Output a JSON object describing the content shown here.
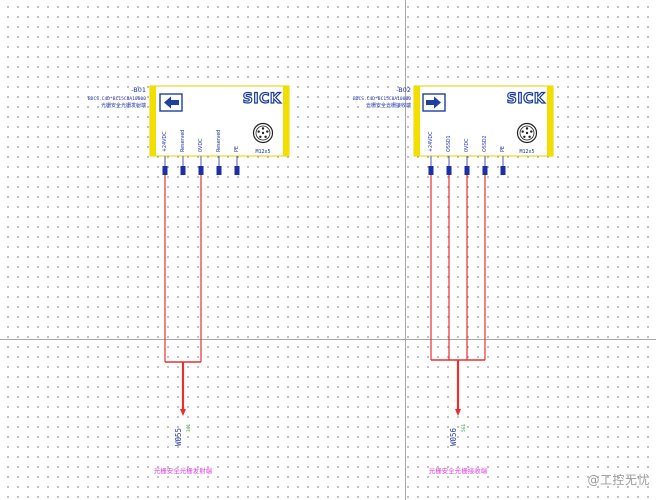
{
  "sensors": [
    {
      "tag": "-B01",
      "part_no": "BDCS.C4D*BC15C0A10000",
      "description": "光栅安全光栅发射端",
      "logo": "SICK",
      "connector_label": "M12x5",
      "arrow": "left",
      "pins": [
        "+24VDC",
        "Reserved",
        "0VDC",
        "Reserved",
        "PE"
      ]
    },
    {
      "tag": "-B02",
      "part_no": "BDCS.C4D*BC15C0A10000",
      "description": "光栅安全光栅接收端",
      "logo": "SICK",
      "connector_label": "M12x5",
      "arrow": "right",
      "pins": [
        "+24VDC",
        "OSSD1",
        "0VDC",
        "OSSD2",
        "PE"
      ]
    }
  ],
  "cables": [
    {
      "code": "W055",
      "sub": "3G1",
      "caption": "光栅安全光栅发射端"
    },
    {
      "code": "W056",
      "sub": "5G1",
      "caption": "光栅安全光栅接收端"
    }
  ],
  "watermark": "@工控无忧",
  "colors": {
    "sensor_body": "#ffffff",
    "sensor_border": "#e6d200",
    "logo": "#1a3c9a",
    "arrow_box": "#1f3fa0",
    "terminal": "#1b2fa8",
    "wire": "#e83030",
    "caption": "#e040e0",
    "cable_label": "#2a3fae"
  }
}
